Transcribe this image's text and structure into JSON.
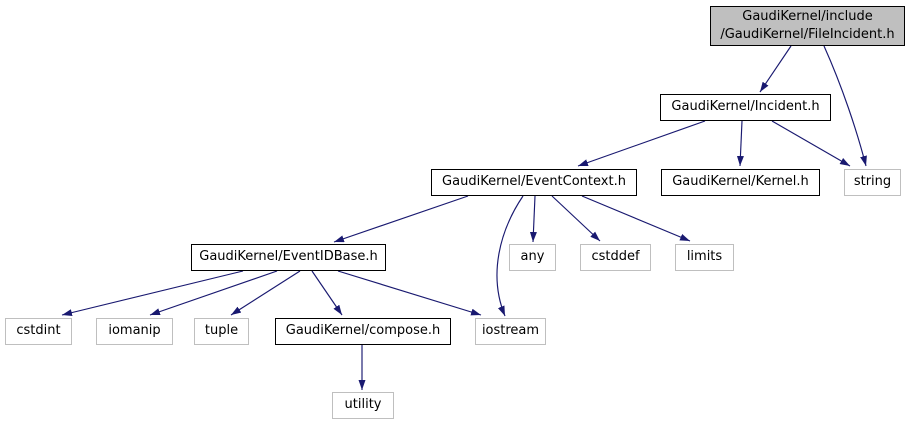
{
  "graph": {
    "kind": "include-dependency-graph",
    "colors": {
      "edge": "#191970",
      "main_node_fill": "#bfbfbf",
      "node_border": "#000000",
      "external_node_border": "#bfbfbf",
      "background": "#ffffff"
    },
    "nodes": [
      {
        "id": "file_incident",
        "label": "GaudiKernel/include\n/GaudiKernel/FileIncident.h"
      },
      {
        "id": "incident",
        "label": "GaudiKernel/Incident.h"
      },
      {
        "id": "event_context",
        "label": "GaudiKernel/EventContext.h"
      },
      {
        "id": "kernel",
        "label": "GaudiKernel/Kernel.h"
      },
      {
        "id": "string",
        "label": "string"
      },
      {
        "id": "event_id_base",
        "label": "GaudiKernel/EventIDBase.h"
      },
      {
        "id": "any",
        "label": "any"
      },
      {
        "id": "cstddef",
        "label": "cstddef"
      },
      {
        "id": "limits",
        "label": "limits"
      },
      {
        "id": "cstdint",
        "label": "cstdint"
      },
      {
        "id": "iomanip",
        "label": "iomanip"
      },
      {
        "id": "tuple",
        "label": "tuple"
      },
      {
        "id": "compose",
        "label": "GaudiKernel/compose.h"
      },
      {
        "id": "iostream",
        "label": "iostream"
      },
      {
        "id": "utility",
        "label": "utility"
      }
    ],
    "edges": [
      {
        "from": "file_incident",
        "to": "incident"
      },
      {
        "from": "file_incident",
        "to": "string"
      },
      {
        "from": "incident",
        "to": "event_context"
      },
      {
        "from": "incident",
        "to": "kernel"
      },
      {
        "from": "incident",
        "to": "string"
      },
      {
        "from": "event_context",
        "to": "event_id_base"
      },
      {
        "from": "event_context",
        "to": "iostream"
      },
      {
        "from": "event_context",
        "to": "any"
      },
      {
        "from": "event_context",
        "to": "cstddef"
      },
      {
        "from": "event_context",
        "to": "limits"
      },
      {
        "from": "event_id_base",
        "to": "cstdint"
      },
      {
        "from": "event_id_base",
        "to": "iomanip"
      },
      {
        "from": "event_id_base",
        "to": "tuple"
      },
      {
        "from": "event_id_base",
        "to": "compose"
      },
      {
        "from": "event_id_base",
        "to": "iostream"
      },
      {
        "from": "compose",
        "to": "utility"
      }
    ]
  }
}
